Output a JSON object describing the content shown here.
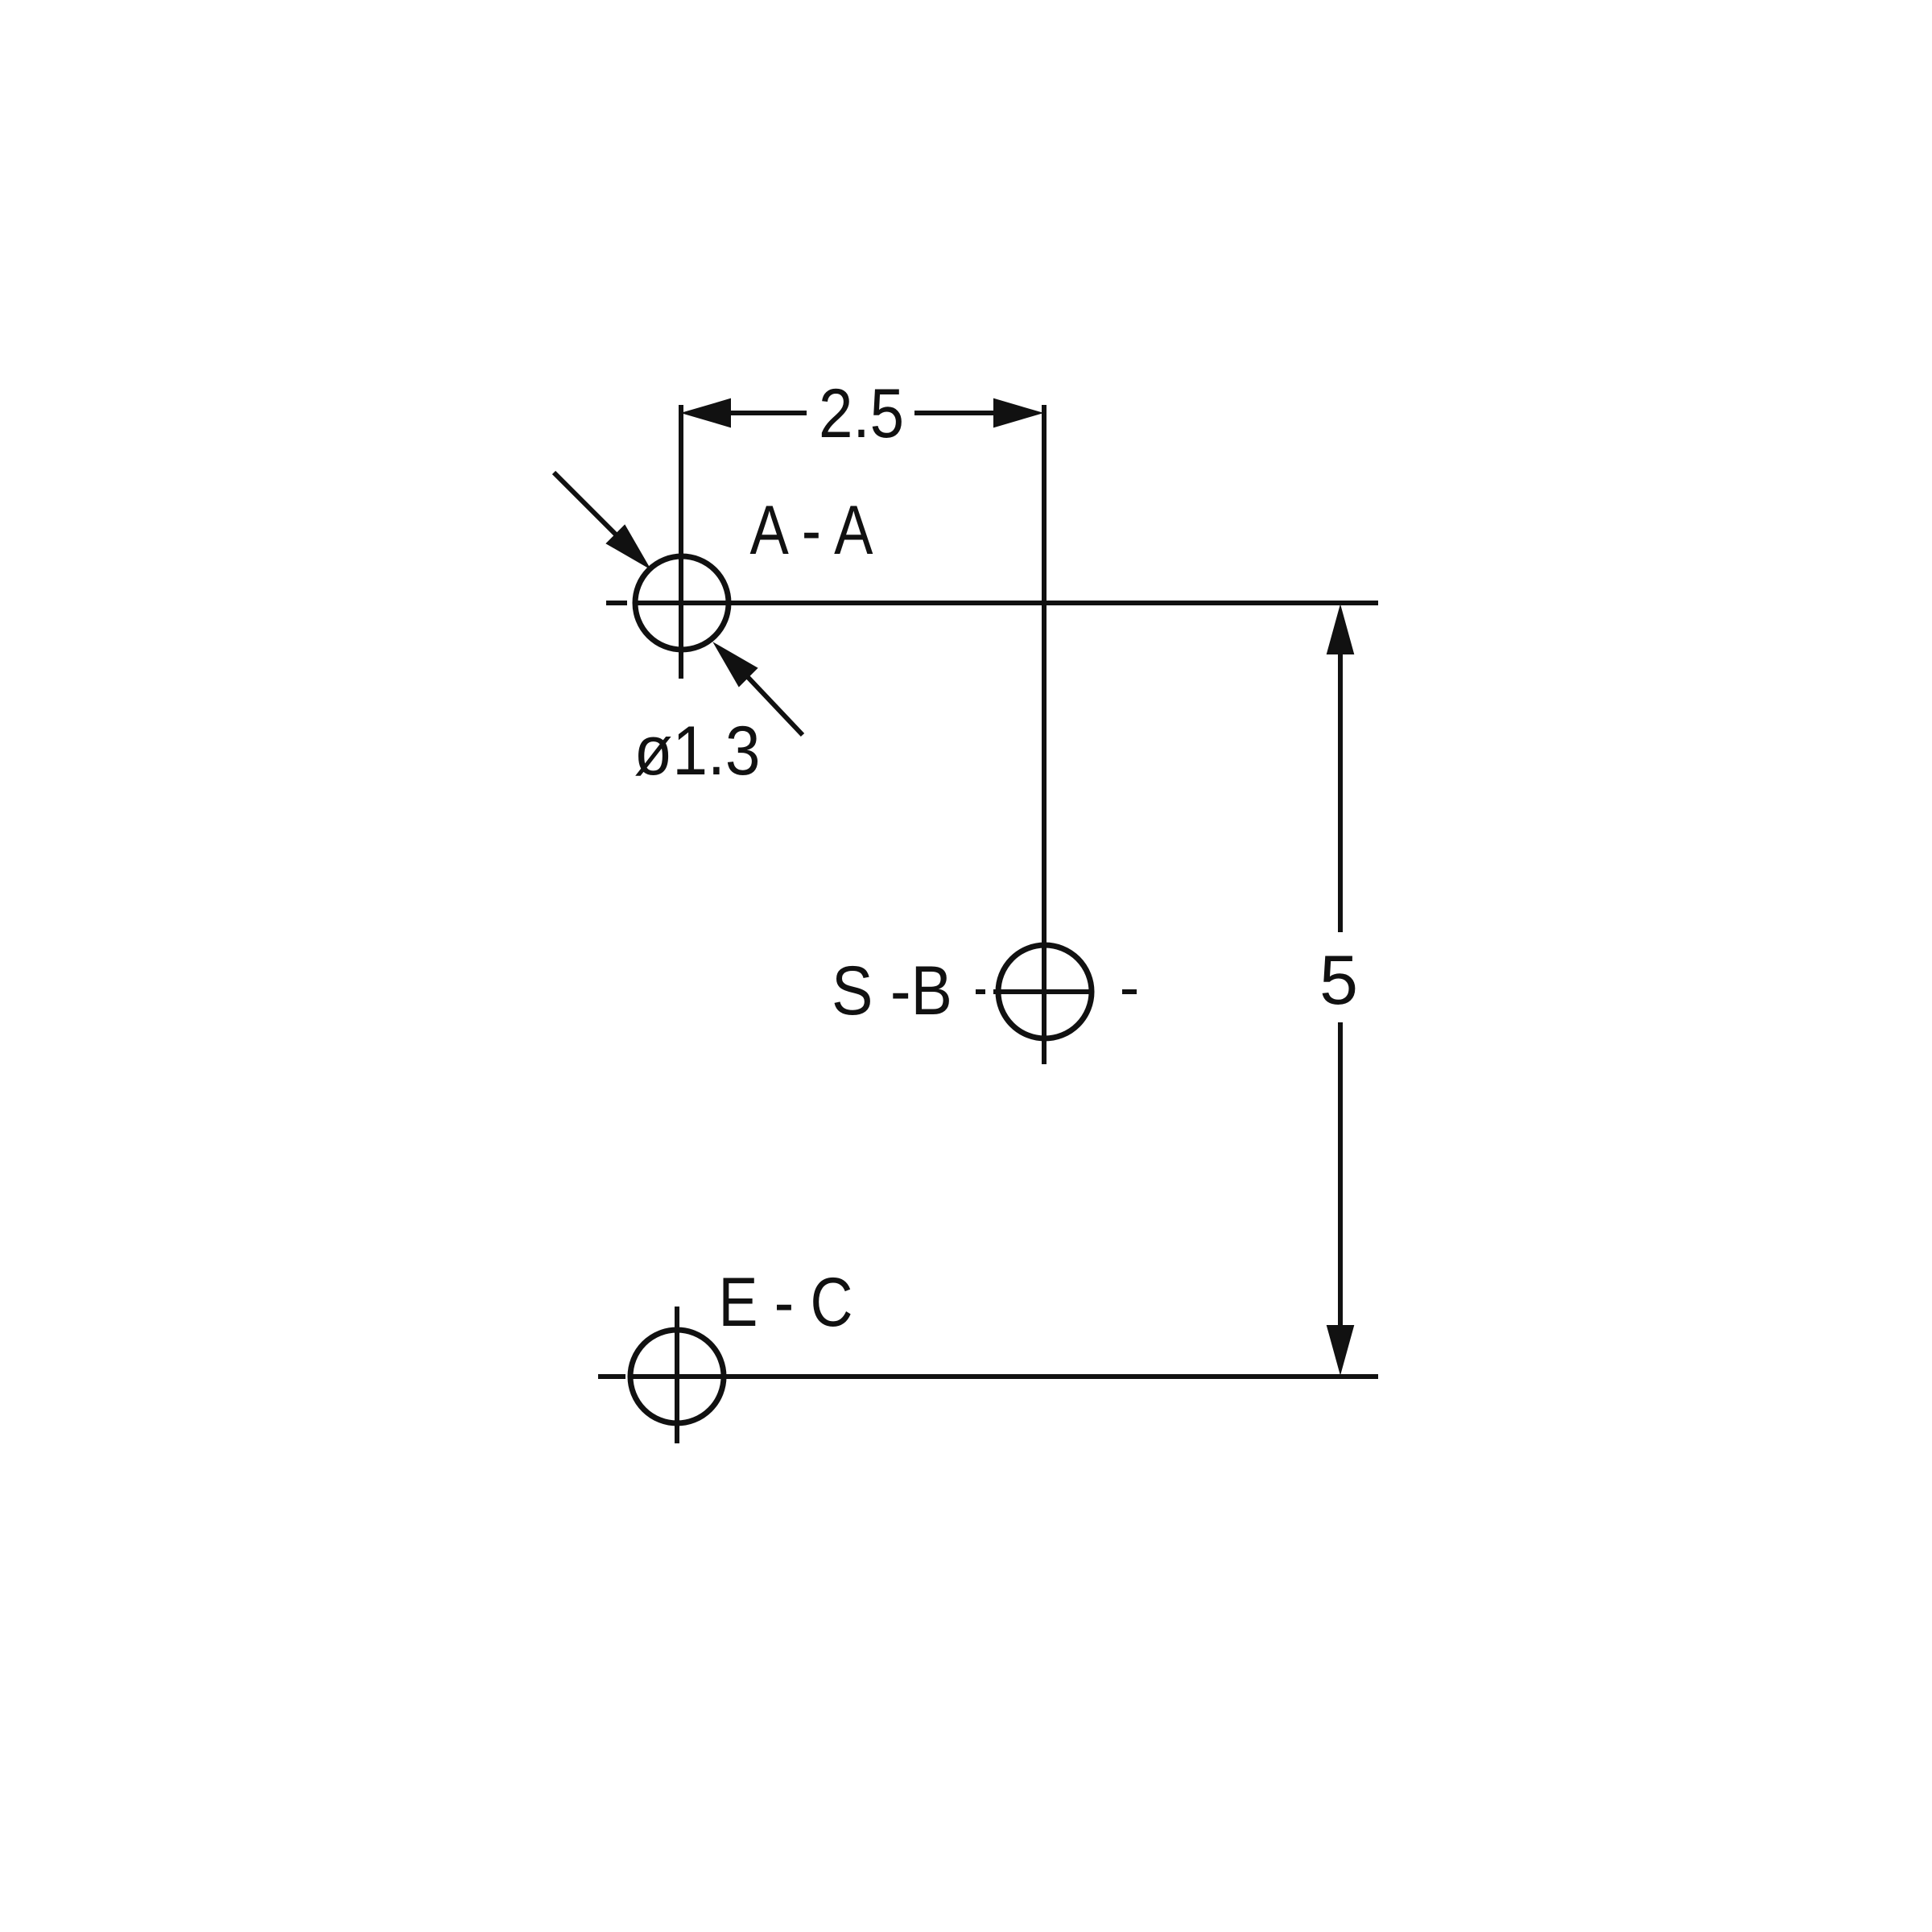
{
  "drawing": {
    "dimensions": {
      "pitch_x": "2.5",
      "pitch_y": "5",
      "hole_diameter": "ø1.3"
    },
    "section_labels": {
      "a": "A - A",
      "b": "S -B",
      "c": "E - C"
    },
    "colors": {
      "ink": "#111111",
      "paper": "#ffffff"
    }
  }
}
